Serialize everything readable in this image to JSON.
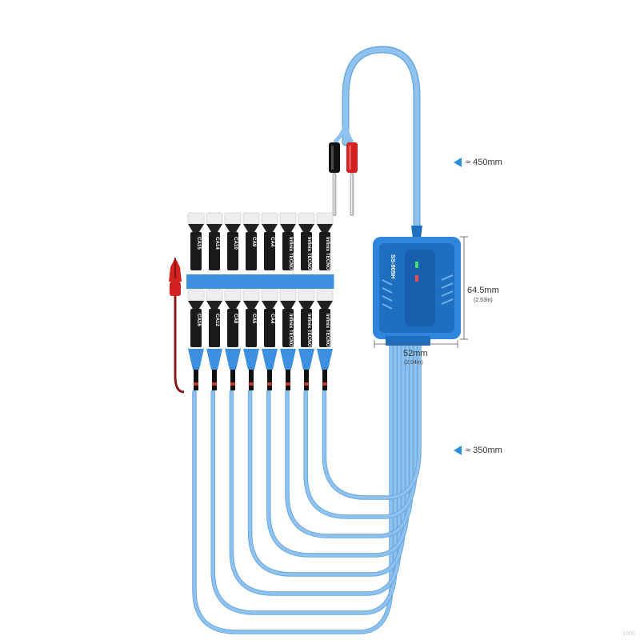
{
  "dimensions": {
    "upper_cable_length": "≈ 450mm",
    "lower_cable_length": "≈ 350mm",
    "box_height": "64.5mm",
    "box_height_in": "(2.53in)",
    "box_width": "52mm",
    "box_width_in": "(2.04in)"
  },
  "device": {
    "model_label": "SS-905H"
  },
  "connectors_top": [
    "CA15",
    "CA14",
    "CA10",
    "CA9",
    "CA4",
    "Infinix TECNO F",
    "Infinix TECNO D",
    "Infinix TECNO B"
  ],
  "connectors_bottom": [
    "CA16",
    "CA12",
    "CA8",
    "CA5",
    "CA4",
    "Infinix TECNO E",
    "Infinix TECNO C",
    "Infinix TECNO A"
  ],
  "watermark": "1000",
  "colors": {
    "cable": "#8fc2ee",
    "cable_dark": "#6aa9e0",
    "box": "#2f86dc",
    "box_dark": "#1f6fc1",
    "connector": "#1a1a1a",
    "tip": "#eeeeee",
    "band": "#3d8fe0",
    "red": "#d32020",
    "black": "#111111"
  }
}
